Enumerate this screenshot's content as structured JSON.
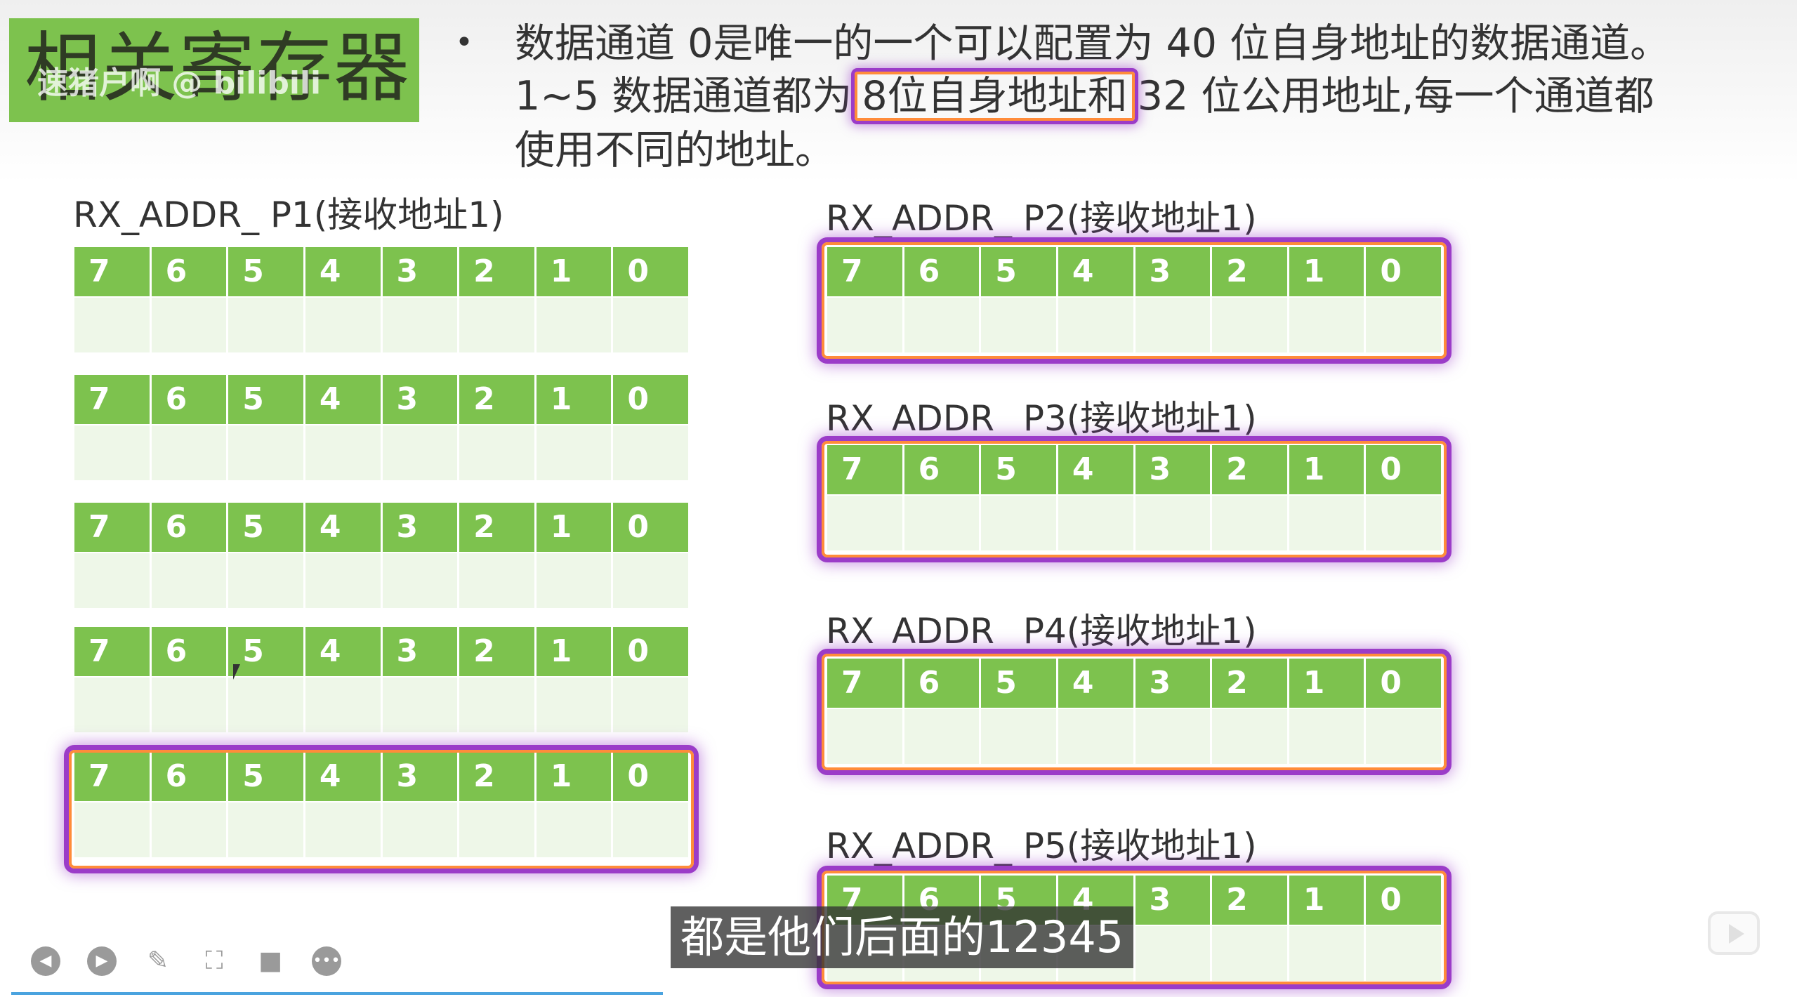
{
  "title": "相关寄存器",
  "watermark": "速猪户啊 @ bilibili",
  "bullet": {
    "line1": "数据通道 0是唯一的一个可以配置为 40 位自身地址的数据通道。",
    "line2_before": "1~5 数据通道都为",
    "line2_highlight": "8位自身地址和",
    "line2_after": "32 位公用地址,每一个通道都",
    "line3": "使用不同的地址。"
  },
  "bits": [
    "7",
    "6",
    "5",
    "4",
    "3",
    "2",
    "1",
    "0"
  ],
  "registers": {
    "p1_label": "RX_ADDR_ P1(接收地址1)",
    "p2_label": "RX_ADDR_ P2(接收地址1)",
    "p3_label": "RX_ADDR_ P3(接收地址1)",
    "p4_label": "RX_ADDR_ P4(接收地址1)",
    "p5_label": "RX_ADDR_ P5(接收地址1)"
  },
  "subtitle": "都是他们后面的12345",
  "toolbar": [
    "previous-icon",
    "play-icon",
    "pen-icon",
    "screenshot-icon",
    "camera-icon",
    "more-icon"
  ]
}
